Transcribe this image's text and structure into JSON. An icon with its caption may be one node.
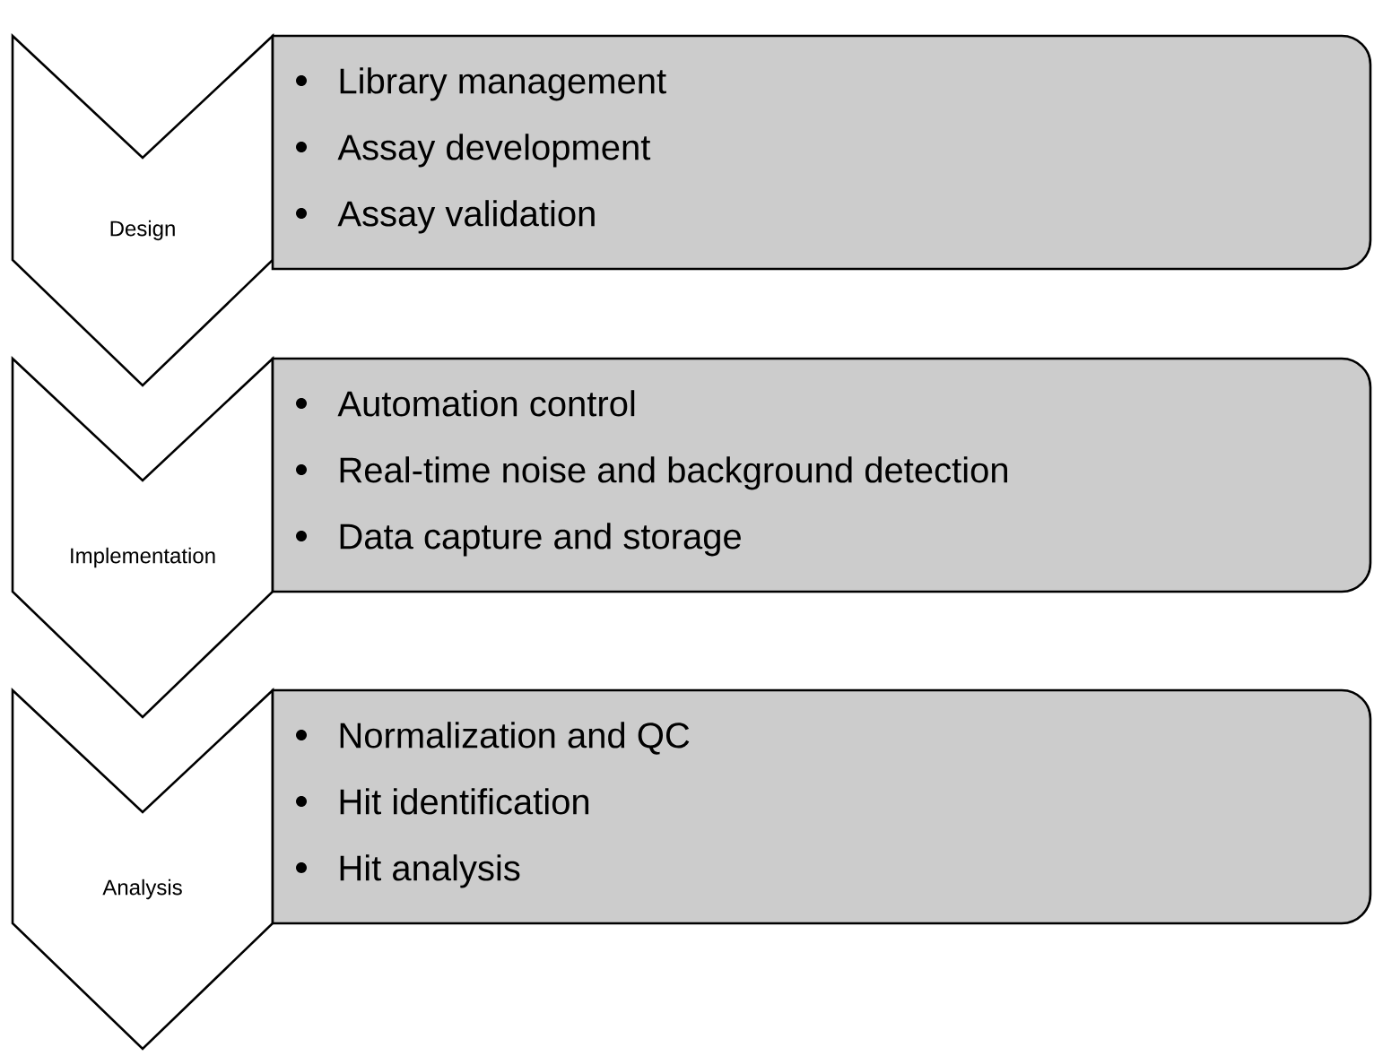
{
  "diagram": {
    "nodes": [
      {
        "text": [
          "Design"
        ]
      },
      {
        "text": [
          "Library management",
          "Assay development",
          "Assay validation"
        ]
      },
      {
        "text": [
          "Implementation"
        ]
      },
      {
        "text": [
          "Automation control",
          "Real-time noise and background detection",
          "Data capture and storage"
        ]
      },
      {
        "text": [
          "Analysis"
        ]
      },
      {
        "text": [
          "Normalization and QC",
          "Hit identification",
          "Hit analysis"
        ]
      }
    ]
  }
}
